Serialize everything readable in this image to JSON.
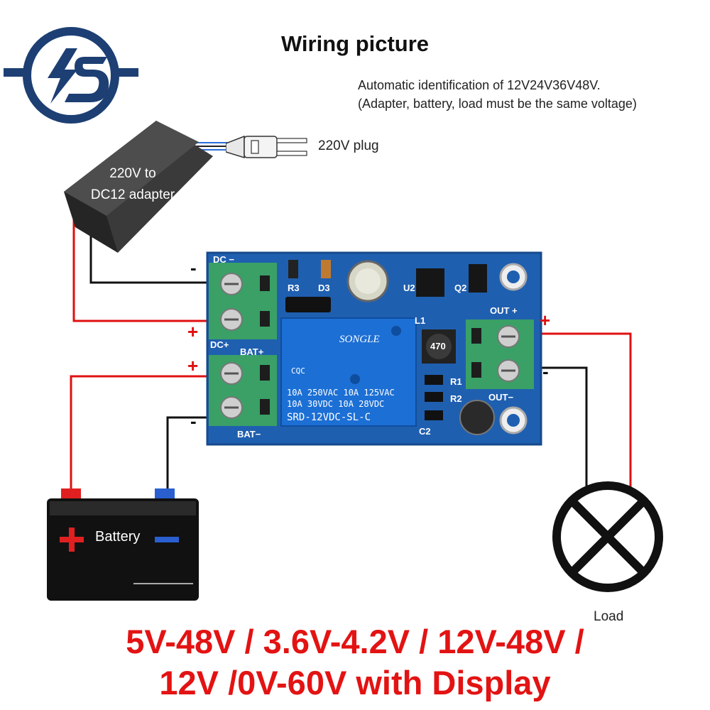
{
  "header": {
    "title": "Wiring picture",
    "note_line1": "Automatic identification of 12V24V36V48V.",
    "note_line2": "(Adapter, battery, load must be the same voltage)"
  },
  "plug": {
    "label": "220V plug"
  },
  "adapter": {
    "line1": "220V to",
    "line2": "DC12 adapter"
  },
  "board": {
    "dc_minus": "DC −",
    "dc_plus": "DC+",
    "bat_plus": "BAT+",
    "bat_minus": "BAT−",
    "out_plus": "OUT +",
    "out_minus": "OUT−",
    "r3": "R3",
    "d3": "D3",
    "u2": "U2",
    "q2": "Q2",
    "l1": "L1",
    "r1": "R1",
    "r2": "R2",
    "c2": "C2",
    "inductor_code": "470"
  },
  "relay": {
    "brand": "SONGLE",
    "line1": "10A 250VAC 10A 125VAC",
    "line2": "10A  30VDC 10A  28VDC",
    "model": "SRD-12VDC-SL-C",
    "cqc": "CQC"
  },
  "battery": {
    "label": "Battery"
  },
  "load": {
    "label": "Load"
  },
  "signs": {
    "plus": "+",
    "minus": "-"
  },
  "colors": {
    "red_wire": "#e01010",
    "black_wire": "#111111",
    "pcb": "#1f5fb0",
    "terminal": "#3aa066",
    "logo": "#1d3f73"
  },
  "footer": {
    "line1": "5V-48V / 3.6V-4.2V / 12V-48V /",
    "line2": "12V /0V-60V with Display"
  }
}
